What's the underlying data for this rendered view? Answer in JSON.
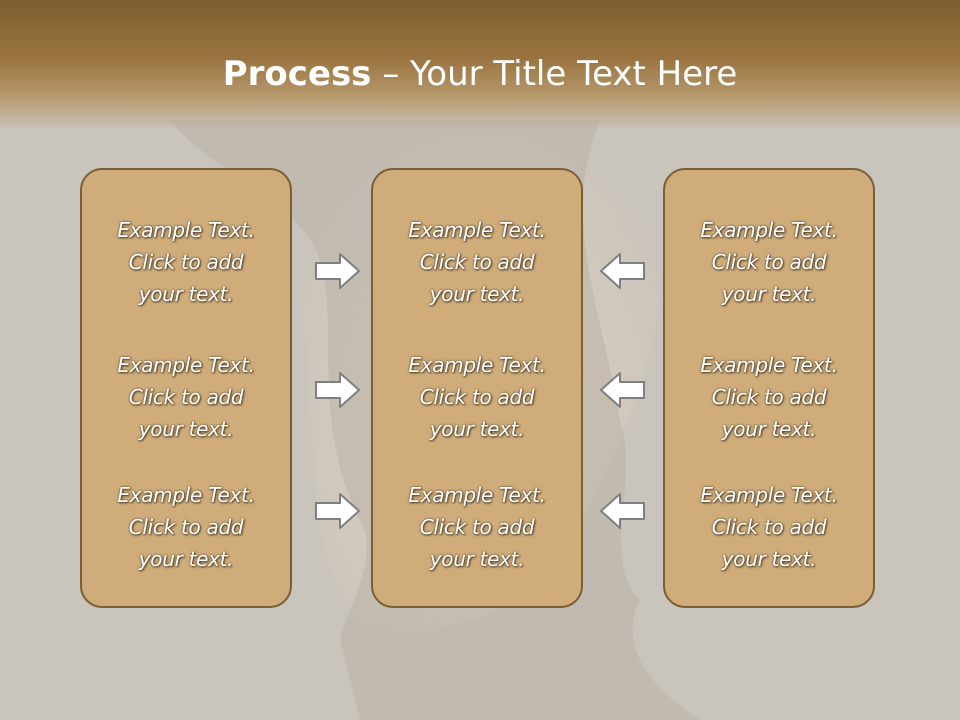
{
  "slide": {
    "title_bold": "Process",
    "title_rest": " – Your Title Text Here"
  },
  "columns": [
    {
      "blocks": [
        {
          "line1": "Example Text.",
          "line2": "Click  to add",
          "line3": "your text."
        },
        {
          "line1": "Example Text.",
          "line2": "Click  to add",
          "line3": "your text."
        },
        {
          "line1": "Example Text.",
          "line2": "Click  to add",
          "line3": "your text."
        }
      ]
    },
    {
      "blocks": [
        {
          "line1": "Example Text.",
          "line2": "Click  to add",
          "line3": "your text."
        },
        {
          "line1": "Example Text.",
          "line2": "Click  to add",
          "line3": "your text."
        },
        {
          "line1": "Example Text.",
          "line2": "Click  to add",
          "line3": "your text."
        }
      ]
    },
    {
      "blocks": [
        {
          "line1": "Example Text.",
          "line2": "Click  to add",
          "line3": "your text."
        },
        {
          "line1": "Example Text.",
          "line2": "Click  to add",
          "line3": "your text."
        },
        {
          "line1": "Example Text.",
          "line2": "Click  to add",
          "line3": "your text."
        }
      ]
    }
  ],
  "arrows": {
    "left_group": [
      "right-arrow-icon",
      "right-arrow-icon",
      "right-arrow-icon"
    ],
    "right_group": [
      "left-arrow-icon",
      "left-arrow-icon",
      "left-arrow-icon"
    ]
  },
  "colors": {
    "panel_fill": "#cfac7a",
    "panel_border": "#7a5e36",
    "title_band": "#7d5e2e",
    "background": "#c9c4bc"
  }
}
